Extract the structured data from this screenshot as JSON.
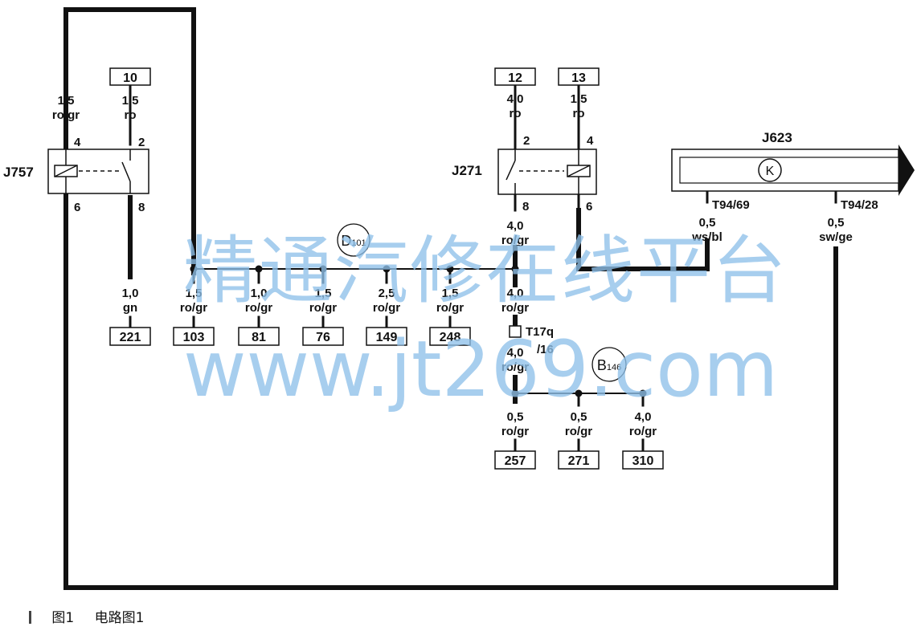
{
  "relays": {
    "left": {
      "label": "J757",
      "pin_top_left": "4",
      "pin_top_right": "2",
      "pin_bottom_left": "6",
      "pin_bottom_right": "8"
    },
    "right": {
      "label": "J271",
      "pin_top_left": "2",
      "pin_top_right": "4",
      "pin_bottom_left": "8",
      "pin_bottom_right": "6"
    }
  },
  "ecu": {
    "label": "J623",
    "symbol": "K",
    "pin_a": "T94/69",
    "pin_b": "T94/28"
  },
  "connectors": {
    "d101": {
      "main": "D",
      "sub": "101"
    },
    "b146": {
      "main": "B",
      "sub": "146"
    },
    "t17q": {
      "line1": "T17q",
      "line2": "/16"
    }
  },
  "terminals": {
    "t10": "10",
    "t12": "12",
    "t13": "13",
    "t221": "221",
    "t103": "103",
    "t81": "81",
    "t76": "76",
    "t149": "149",
    "t248": "248",
    "t257": "257",
    "t271": "271",
    "t310": "310"
  },
  "wires": {
    "w_j757_in": {
      "size": "1,5",
      "color": "ro/gr"
    },
    "w_10": {
      "size": "1,5",
      "color": "ro"
    },
    "w_221": {
      "size": "1,0",
      "color": "gn"
    },
    "w_103": {
      "size": "1,5",
      "color": "ro/gr"
    },
    "w_81": {
      "size": "1,0",
      "color": "ro/gr"
    },
    "w_76": {
      "size": "1,5",
      "color": "ro/gr"
    },
    "w_149": {
      "size": "2,5",
      "color": "ro/gr"
    },
    "w_248": {
      "size": "1,5",
      "color": "ro/gr"
    },
    "w_12": {
      "size": "4,0",
      "color": "ro"
    },
    "w_13": {
      "size": "1,5",
      "color": "ro"
    },
    "w_j271_out": {
      "size": "4,0",
      "color": "ro/gr"
    },
    "w_bus": {
      "size": "4,0",
      "color": "ro/gr"
    },
    "w_t17": {
      "size": "4,0",
      "color": "ro/gr"
    },
    "w_257": {
      "size": "0,5",
      "color": "ro/gr"
    },
    "w_271": {
      "size": "0,5",
      "color": "ro/gr"
    },
    "w_310": {
      "size": "4,0",
      "color": "ro/gr"
    },
    "w_t9469": {
      "size": "0,5",
      "color": "ws/bl"
    },
    "w_t9428": {
      "size": "0,5",
      "color": "sw/ge"
    }
  },
  "watermark": {
    "cn": "精通汽修在线平台",
    "url": "www.jt269.com"
  },
  "caption": {
    "figure": "图1",
    "title": "电路图1"
  }
}
